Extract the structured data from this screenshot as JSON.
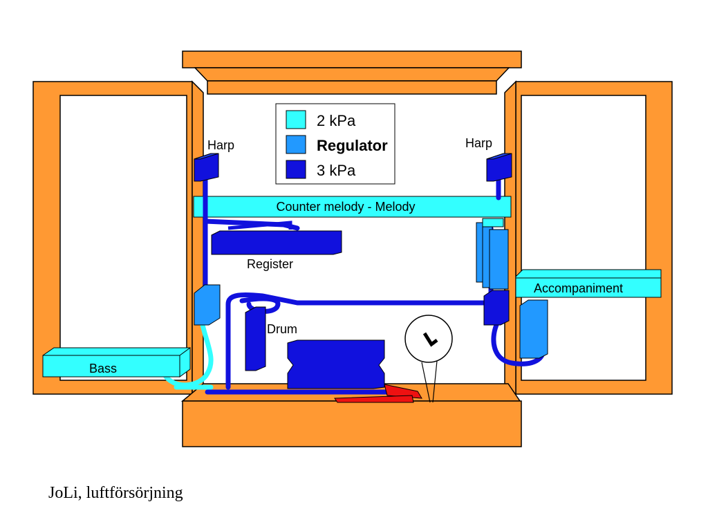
{
  "diagram": {
    "legend": {
      "items": [
        {
          "label": "2 kPa",
          "color": "#33ffff"
        },
        {
          "label": "Regulator",
          "color": "#2299ff"
        },
        {
          "label": "3 kPa",
          "color": "#1111dd"
        }
      ]
    },
    "labels": {
      "harp_left": "Harp",
      "harp_right": "Harp",
      "counter_melody": "Counter melody - Melody",
      "register": "Register",
      "drum": "Drum",
      "accompaniment": "Accompaniment",
      "bass": "Bass"
    },
    "colors": {
      "cabinet": "#ff9933",
      "cabinet_outline": "#000000",
      "pressure_2kpa": "#33ffff",
      "regulator": "#2299ff",
      "pressure_3kpa": "#1111dd",
      "bellows_red": "#ee1111"
    }
  },
  "caption": "JoLi, luftförsörjning"
}
